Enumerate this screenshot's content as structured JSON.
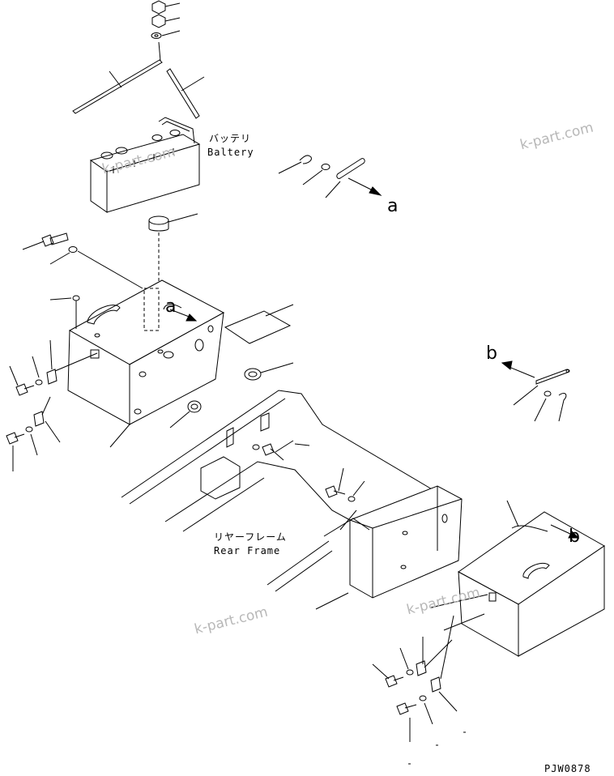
{
  "labels": {
    "battery_jp": "バッテリ",
    "battery_en": "Baltery",
    "rear_frame_jp": "リヤーフレーム",
    "rear_frame_en": "Rear Frame",
    "ref_a_top": "a",
    "ref_a_box": "a",
    "ref_b_right": "b",
    "ref_b_box": "b",
    "drawing_code": "PJW0878"
  },
  "watermarks": [
    "k-part.com",
    "k-part.com",
    "k-part.com",
    "k-part.com"
  ]
}
